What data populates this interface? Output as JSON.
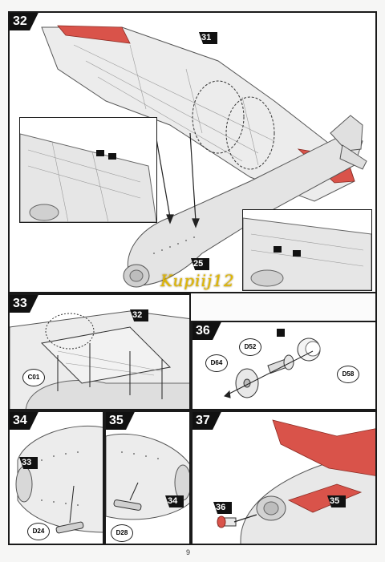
{
  "steps": {
    "s32": {
      "number": "32",
      "refs": {
        "r31": "31",
        "r25": "25"
      }
    },
    "s33": {
      "number": "33",
      "refs": {
        "r32": "32"
      },
      "parts": {
        "c01": "C01"
      }
    },
    "s34": {
      "number": "34",
      "refs": {
        "r33": "33"
      },
      "parts": {
        "d24": "D24"
      }
    },
    "s35": {
      "number": "35",
      "refs": {
        "r34": "34"
      },
      "parts": {
        "d28": "D28"
      }
    },
    "s36": {
      "number": "36",
      "parts": {
        "d52": "D52",
        "d64": "D64",
        "d58": "D58"
      }
    },
    "s37": {
      "number": "37",
      "refs": {
        "r36": "36",
        "r35": "35"
      }
    }
  },
  "watermark": "Kupiij12",
  "page_number": "9",
  "colors": {
    "highlight_red": "#d9534a",
    "line": "#1a1a1a",
    "panel_bg": "#ffffff",
    "metal": "#c9c9c9"
  }
}
